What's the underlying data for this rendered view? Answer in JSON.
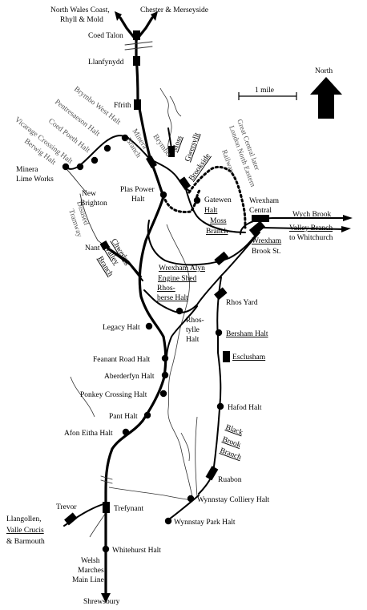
{
  "map": {
    "destinations": {
      "north_wales": [
        "North Wales Coast,",
        "Rhyll & Mold"
      ],
      "chester": "Chester & Merseyside",
      "llangollen": [
        "Llangollen,",
        "Valle Crucis",
        "& Barmouth"
      ],
      "whitchurch": [
        "Wych Brook",
        "Valley Branch",
        "to Whitchurch"
      ],
      "shrewsbury": "Shrewsbury",
      "welsh_marches": [
        "Welsh",
        "Marches",
        "Main Line"
      ]
    },
    "scale": {
      "label": "1 mile"
    },
    "north": {
      "label": "North"
    },
    "stations": {
      "coed_talon": "Coed Talon",
      "llanfynydd": "Llanfynydd",
      "ffrith": "Ffrith",
      "brymbo_west": "Brymbo West Halt",
      "pentresaeson": "Pentresaeson Halt",
      "coed_poeth": "Coed Poeth Halt",
      "vicarage_crossing": "Vicarage Crossing Halt",
      "berwig": "Berwig Halt",
      "minera": [
        "Minera",
        "Lime Works"
      ],
      "new_brighton": [
        "New",
        "Brighton"
      ],
      "brymbo": "Brymbo",
      "moss": "Moss",
      "gwersyllt": "Gwersyllt",
      "brookside": "Brookside",
      "plas_power": [
        "Plas Power",
        "Halt"
      ],
      "gatewen": [
        "Gatewen",
        "Halt"
      ],
      "wrexham_central": [
        "Wrexham",
        "Central"
      ],
      "wrexham_brook": [
        "Wrexham",
        "Brook St."
      ],
      "nant": "Nant",
      "wrexham_alyn": "Wrexham Alyn",
      "engine_shed": "Engine Shed",
      "rhosberse": [
        "Rhos-",
        "berse Halt"
      ],
      "rhos_yard": "Rhos Yard",
      "rhostylle": [
        "Rhos-",
        "tylle",
        "Halt"
      ],
      "legacy": "Legacy Halt",
      "bersham": "Bersham Halt",
      "feanant_road": "Feanant Road Halt",
      "esclusham": "Esclusham",
      "aberderfyn": "Aberderfyn Halt",
      "ponkey_crossing": "Ponkey Crossing Halt",
      "hafod": "Hafod Halt",
      "pant": "Pant Halt",
      "afon_eitha": "Afon Eitha Halt",
      "ruabon": "Ruabon",
      "wynnstay_colliery": "Wynnstay Colliery Halt",
      "wynnstay_park": "Wynnstay Park Halt",
      "trevor": "Trevor",
      "trefynant": "Trefynant",
      "whitehurst": "Whitehurst Halt"
    },
    "branches": {
      "minera": [
        "Minera",
        "Branch"
      ],
      "gcr": [
        "Great Central later",
        "London North Eastern",
        "Railway"
      ],
      "moss": [
        "Moss",
        "Branch"
      ],
      "disused_tramway": [
        "Disused",
        "Tramway"
      ],
      "chwedog": [
        "Chwedog",
        "Valley",
        "Branch"
      ],
      "black_brook": [
        "Black",
        "Brook",
        "Branch"
      ]
    }
  }
}
